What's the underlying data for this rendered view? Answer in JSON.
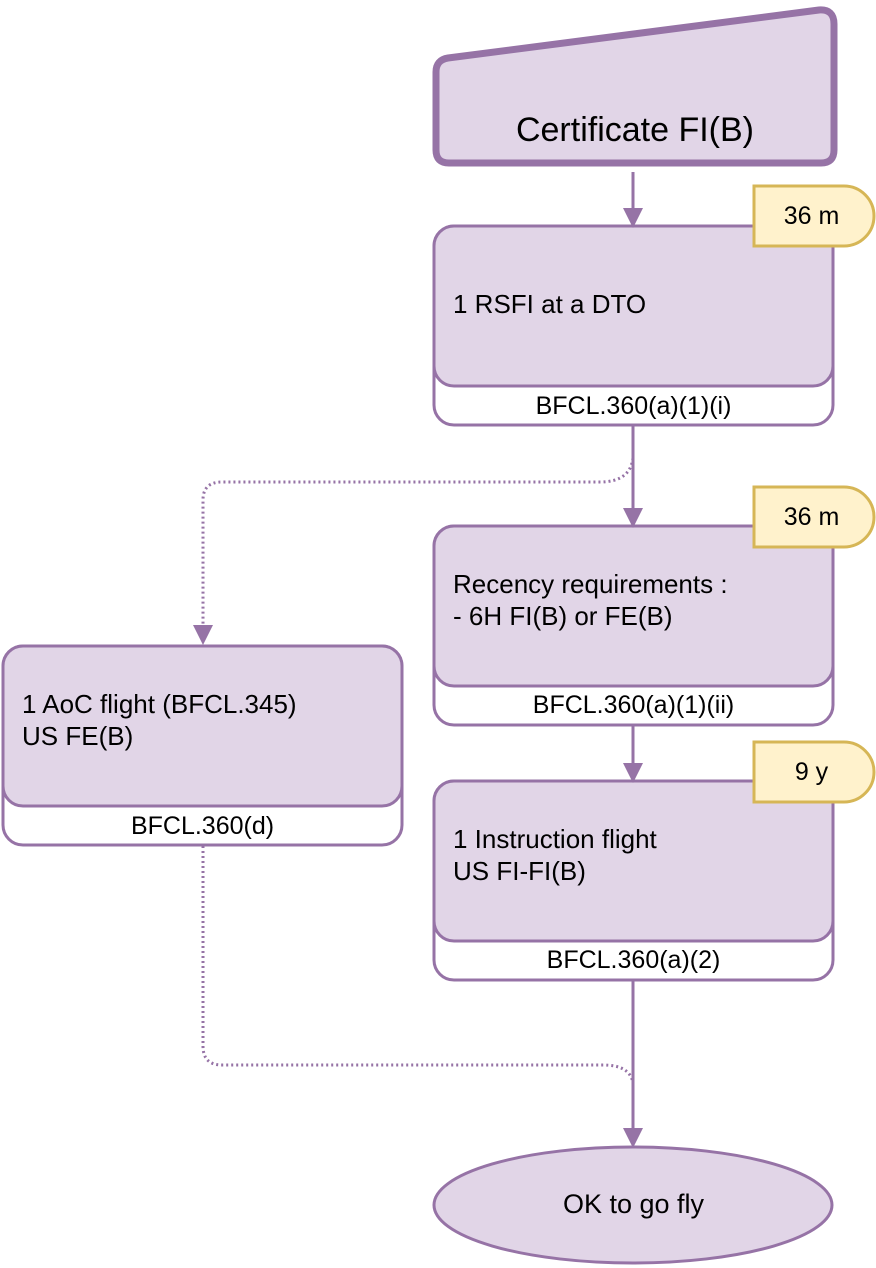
{
  "colors": {
    "stroke": "#9673a6",
    "fill": "#e1d5e7",
    "badge_fill": "#fff2cc",
    "badge_stroke": "#d6b656",
    "background": "#ffffff"
  },
  "start": {
    "label": "Certificate FI(B)"
  },
  "steps": [
    {
      "line1": "1 RSFI at a DTO",
      "line2": "",
      "reference": "BFCL.360(a)(1)(i)",
      "validity": "36 m"
    },
    {
      "line1": "Recency requirements :",
      "line2": "- 6H FI(B) or FE(B)",
      "reference": "BFCL.360(a)(1)(ii)",
      "validity": "36 m"
    },
    {
      "line1": "1 Instruction flight",
      "line2": "US FI-FI(B)",
      "reference": "BFCL.360(a)(2)",
      "validity": "9 y"
    }
  ],
  "alternative": {
    "line1": "1 AoC flight (BFCL.345)",
    "line2": "US FE(B)",
    "reference": "BFCL.360(d)"
  },
  "end": {
    "label": "OK to go fly"
  }
}
